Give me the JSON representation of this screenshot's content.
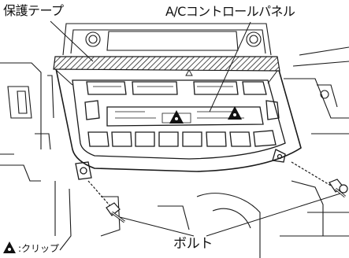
{
  "callouts": {
    "protective_tape": "保護テープ",
    "ac_control_panel": "A/Cコントロールパネル",
    "bolt": "ボルト"
  },
  "legend": {
    "symbol": "clip-marker-icon",
    "text": ":クリップ"
  },
  "colors": {
    "line": "#1a1a1a",
    "hatch_fill": "#d4d4d4"
  }
}
